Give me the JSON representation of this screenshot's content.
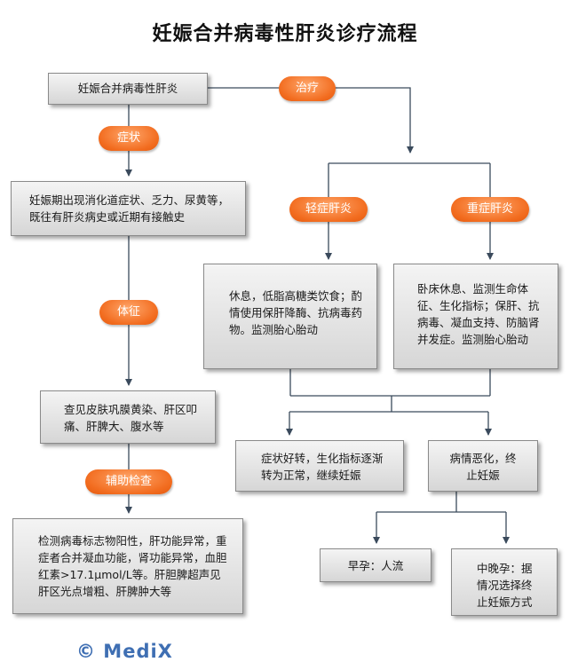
{
  "title": "妊娠合并病毒性肝炎诊疗流程",
  "nodes": {
    "disease": "妊娠合并病毒性肝炎",
    "symptom_desc": "妊娠期出现消化道症状、乏力、尿黄等，既往有肝炎病史或近期有接触史",
    "sign_desc": "查见皮肤巩膜黄染、肝区叩痛、肝脾大、腹水等",
    "exam_desc": "检测病毒标志物阳性，肝功能异常，重症者合并凝血功能，肾功能异常，血胆红素>17.1μmol/L等。肝胆脾超声见肝区光点增粗、肝脾肿大等",
    "mild_treatment": "休息，低脂高糖类饮食；酌情使用保肝降酶、抗病毒药物。监测胎心胎动",
    "severe_treatment": "卧床休息、监测生命体征、生化指标；保肝、抗病毒、凝血支持、防脑肾并发症。监测胎心胎动",
    "improve": "症状好转，生化指标逐渐转为正常，继续妊娠",
    "worsen": "病情恶化，终止妊娠",
    "early": "早孕：人流",
    "mid_late": "中晚孕：据情况选择终止妊娠方式"
  },
  "labels": {
    "treatment": "治疗",
    "symptom": "症状",
    "sign": "体征",
    "aux_exam": "辅助检查",
    "mild": "轻症肝炎",
    "severe": "重症肝炎"
  },
  "watermark": "© MediX",
  "colors": {
    "pill": "#f26c1f",
    "line": "#3a4a5c",
    "watermark": "#3f6fb3"
  }
}
